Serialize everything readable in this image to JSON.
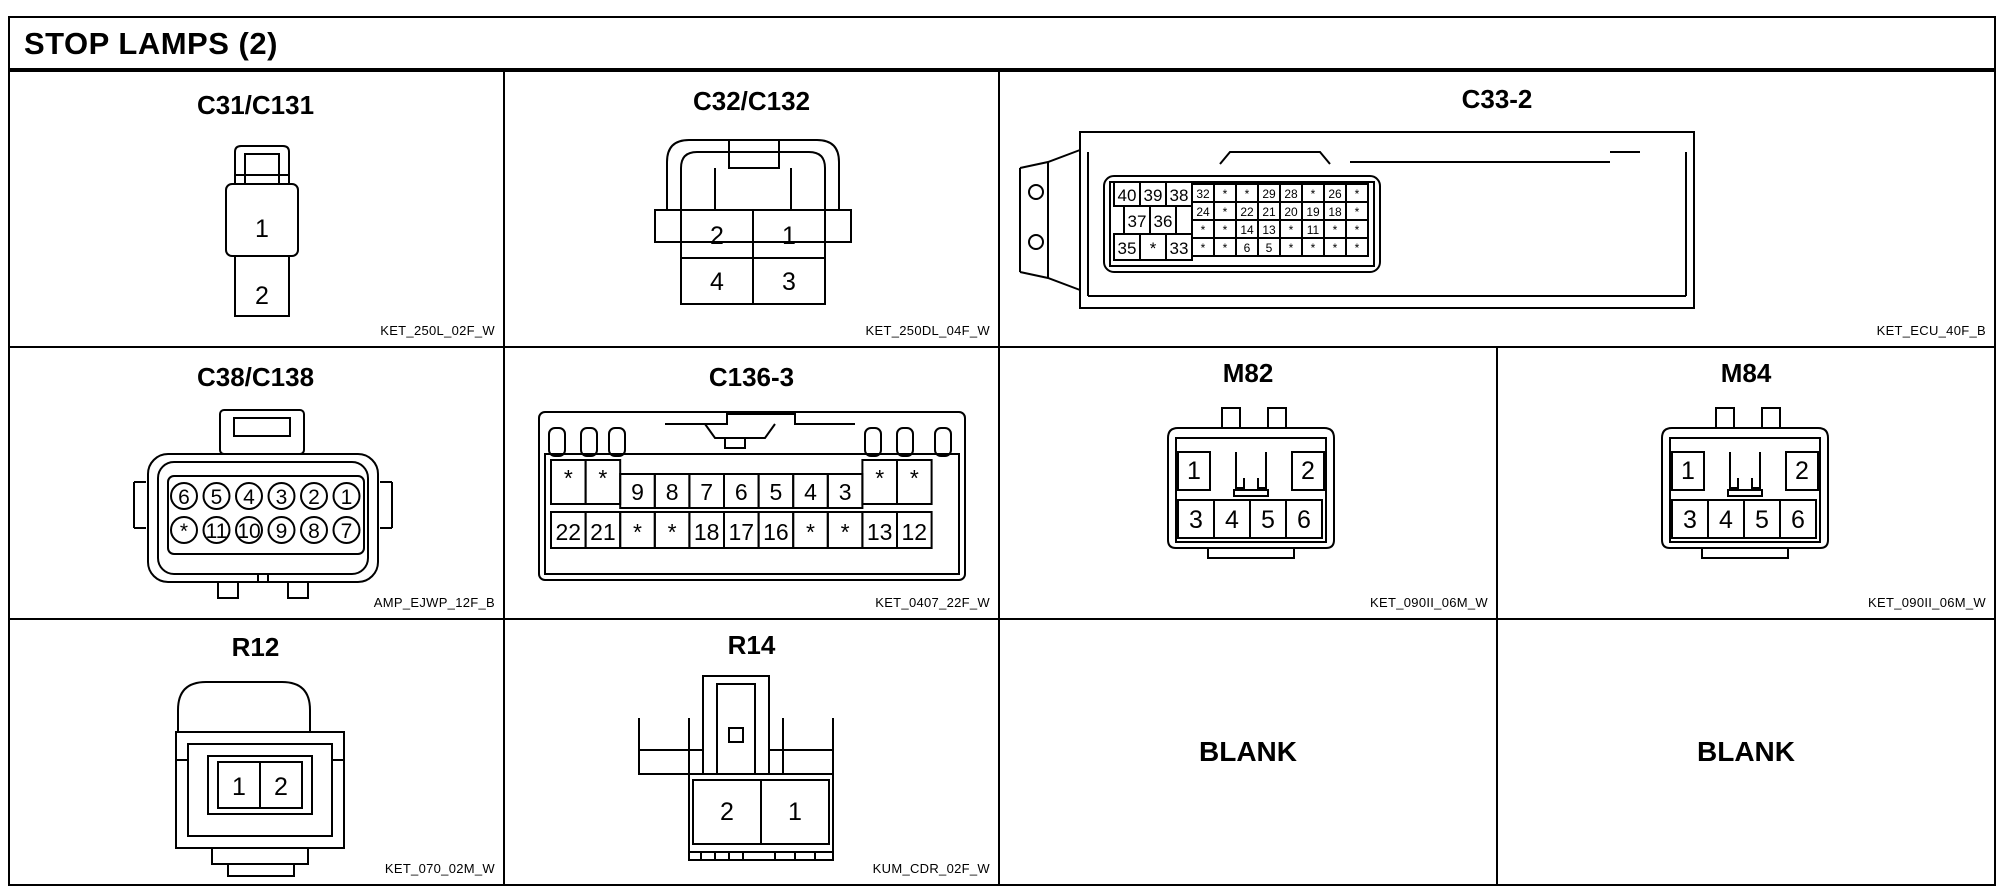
{
  "title": "STOP LAMPS (2)",
  "connectors": [
    {
      "name": "C31/C131",
      "code": "KET_250L_02F_W",
      "pins": [
        "1",
        "2"
      ]
    },
    {
      "name": "C32/C132",
      "code": "KET_250DL_04F_W",
      "pins": [
        "2",
        "1",
        "4",
        "3"
      ]
    },
    {
      "name": "C33-2",
      "code": "KET_ECU_40F_B",
      "big": [
        "40",
        "39",
        "38",
        "37",
        "36",
        "35",
        "*",
        "33"
      ],
      "small": [
        [
          "32",
          "*",
          "*",
          "29",
          "28",
          "*",
          "26",
          "*"
        ],
        [
          "24",
          "*",
          "22",
          "21",
          "20",
          "19",
          "18",
          "*"
        ],
        [
          "*",
          "*",
          "14",
          "13",
          "*",
          "11",
          "*",
          "*"
        ],
        [
          "*",
          "*",
          "6",
          "5",
          "*",
          "*",
          "*",
          "*"
        ]
      ]
    },
    {
      "name": "C38/C138",
      "code": "AMP_EJWP_12F_B",
      "row1": [
        "6",
        "5",
        "4",
        "3",
        "2",
        "1"
      ],
      "row2": [
        "*",
        "11",
        "10",
        "9",
        "8",
        "7"
      ]
    },
    {
      "name": "C136-3",
      "code": "KET_0407_22F_W",
      "row1": [
        "*",
        "*",
        "9",
        "8",
        "7",
        "6",
        "5",
        "4",
        "3",
        "*",
        "*"
      ],
      "row2": [
        "22",
        "21",
        "*",
        "*",
        "18",
        "17",
        "16",
        "*",
        "*",
        "13",
        "12"
      ]
    },
    {
      "name": "M82",
      "code": "KET_090II_06M_W",
      "pins": [
        "1",
        "2",
        "3",
        "4",
        "5",
        "6"
      ]
    },
    {
      "name": "M84",
      "code": "KET_090II_06M_W",
      "pins": [
        "1",
        "2",
        "3",
        "4",
        "5",
        "6"
      ]
    },
    {
      "name": "R12",
      "code": "KET_070_02M_W",
      "pins": [
        "1",
        "2"
      ]
    },
    {
      "name": "R14",
      "code": "KUM_CDR_02F_W",
      "pins": [
        "2",
        "1"
      ]
    }
  ],
  "blank_label": "BLANK"
}
